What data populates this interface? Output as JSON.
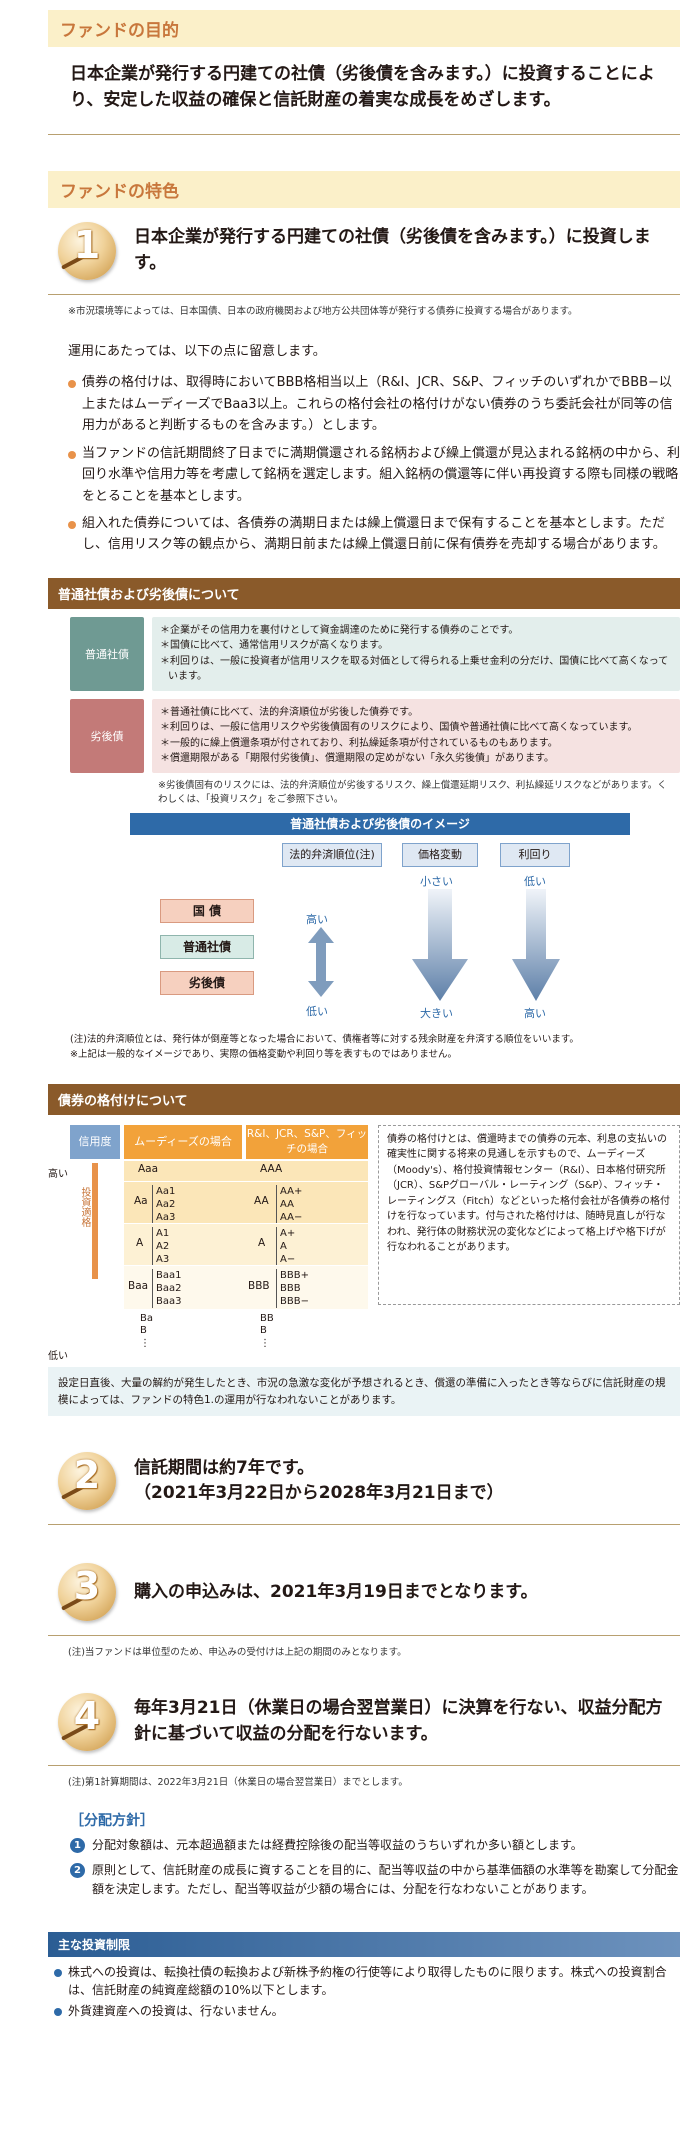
{
  "purpose": {
    "heading": "ファンドの目的",
    "text": "日本企業が発行する円建ての社債（劣後債を含みます。）に投資することにより、安定した収益の確保と信託財産の着実な成長をめざします。"
  },
  "features_heading": "ファンドの特色",
  "feature1": {
    "num": "1",
    "title": "日本企業が発行する円建ての社債（劣後債を含みます。）に投資します。",
    "note": "※市況環境等によっては、日本国債、日本の政府機関および地方公共団体等が発行する債券に投資する場合があります。",
    "intro": "運用にあたっては、以下の点に留意します。",
    "bullets": [
      "債券の格付けは、取得時においてBBB格相当以上（R&I、JCR、S&P、フィッチのいずれかでBBB−以上またはムーディーズでBaa3以上。これらの格付会社の格付けがない債券のうち委託会社が同等の信用力があると判断するものを含みます。）とします。",
      "当ファンドの信託期間終了日までに満期償還される銘柄および繰上償還が見込まれる銘柄の中から、利回り水準や信用力等を考慮して銘柄を選定します。組入銘柄の償還等に伴い再投資する際も同様の戦略をとることを基本とします。",
      "組入れた債券については、各債券の満期日または繰上償還日まで保有することを基本とします。ただし、信用リスク等の観点から、満期日前または繰上償還日前に保有債券を売却する場合があります。"
    ]
  },
  "bonds": {
    "heading": "普通社債および劣後債について",
    "ordinary_label": "普通社債",
    "ordinary_lines": [
      "＊企業がその信用力を裏付けとして資金調達のために発行する債券のことです。",
      "＊国債に比べて、通常信用リスクが高くなります。",
      "＊利回りは、一般に投資者が信用リスクを取る対価として得られる上乗せ金利の分だけ、国債に比べて高くなっています。"
    ],
    "sub_label": "劣後債",
    "sub_lines": [
      "＊普通社債に比べて、法的弁済順位が劣後した債券です。",
      "＊利回りは、一般に信用リスクや劣後債固有のリスクにより、国債や普通社債に比べて高くなっています。",
      "＊一般的に繰上償還条項が付されており、利払繰延条項が付されているものもあります。",
      "＊償還期限がある「期限付劣後債」、償還期限の定めがない「永久劣後債」があります。"
    ],
    "risk_note": "※劣後債固有のリスクには、法的弁済順位が劣後するリスク、繰上償還延期リスク、利払繰延リスクなどがあります。くわしくは、「投資リスク」をご参照下さい。",
    "image_title": "普通社債および劣後債のイメージ",
    "col_priority": "法的弁済順位(注)",
    "col_price": "価格変動",
    "col_yield": "利回り",
    "rows": [
      "国 債",
      "普通社債",
      "劣後債"
    ],
    "priority_high": "高い",
    "priority_low": "低い",
    "price_top": "小さい",
    "price_bottom": "大きい",
    "yield_top": "低い",
    "yield_bottom": "高い",
    "note1": "(注)法的弁済順位とは、発行体が倒産等となった場合において、債権者等に対する残余財産を弁済する順位をいいます。",
    "note2": "※上記は一般的なイメージであり、実際の価格変動や利回り等を表すものではありません。"
  },
  "rating": {
    "heading": "債券の格付けについて",
    "col_credit": "信用度",
    "col_moodys": "ムーディーズの場合",
    "col_others": "R&I、JCR、S&P、フィッチの場合",
    "high": "高い",
    "low": "低い",
    "investment_grade": "投資適格",
    "aaa": "Aaa",
    "aa": "Aa",
    "aa_sub": [
      "Aa1",
      "Aa2",
      "Aa3"
    ],
    "a": "A",
    "a_sub": [
      "A1",
      "A2",
      "A3"
    ],
    "baa": "Baa",
    "baa_sub": [
      "Baa1",
      "Baa2",
      "Baa3"
    ],
    "ba": "Ba",
    "b": "B",
    "AAA": "AAA",
    "AA": "AA",
    "AA_sub": [
      "AA+",
      "AA",
      "AA−"
    ],
    "A": "A",
    "A_sub": [
      "A+",
      "A",
      "A−"
    ],
    "BBB": "BBB",
    "BBB_sub": [
      "BBB+",
      "BBB",
      "BBB−"
    ],
    "BB": "BB",
    "B": "B",
    "dots": "⋮",
    "description": "債券の格付けとは、償還時までの債券の元本、利息の支払いの確実性に関する将来の見通しを示すもので、ムーディーズ（Moody's）、格付投資情報センター（R&I）、日本格付研究所（JCR）、S&Pグローバル・レーティング（S&P）、フィッチ・レーティングス（Fitch）などといった格付会社が各債券の格付けを行なっています。付与された格付けは、随時見直しが行なわれ、発行体の財務状況の変化などによって格上げや格下げが行なわれることがあります。",
    "notice": "設定日直後、大量の解約が発生したとき、市況の急激な変化が予想されるとき、償還の準備に入ったとき等ならびに信託財産の規模によっては、ファンドの特色1.の運用が行なわれないことがあります。"
  },
  "feature2": {
    "num": "2",
    "title1": "信託期間は約7年です。",
    "title2": "（2021年3月22日から2028年3月21日まで）"
  },
  "feature3": {
    "num": "3",
    "title": "購入の申込みは、2021年3月19日までとなります。",
    "note": "(注)当ファンドは単位型のため、申込みの受付けは上記の期間のみとなります。"
  },
  "feature4": {
    "num": "4",
    "title": "毎年3月21日（休業日の場合翌営業日）に決算を行ない、収益分配方針に基づいて収益の分配を行ないます。",
    "note": "(注)第1計算期間は、2022年3月21日（休業日の場合翌営業日）までとします。"
  },
  "policy": {
    "heading": "［分配方針］",
    "items": [
      {
        "num": "1",
        "text": "分配対象額は、元本超過額または経費控除後の配当等収益のうちいずれか多い額とします。"
      },
      {
        "num": "2",
        "text": "原則として、信託財産の成長に資することを目的に、配当等収益の中から基準価額の水準等を勘案して分配金額を決定します。ただし、配当等収益が少額の場合には、分配を行なわないことがあります。"
      }
    ]
  },
  "restrictions": {
    "heading": "主な投資制限",
    "items": [
      "株式への投資は、転換社債の転換および新株予約権の行使等により取得したものに限ります。株式への投資割合は、信託財産の純資産総額の10%以下とします。",
      "外貨建資産への投資は、行ないません。"
    ]
  },
  "colors": {
    "accent_orange": "#c8773c",
    "brown_bar": "#8a5a2a",
    "ordinary_green": "#6f9a93",
    "subordinated_red": "#c37a78",
    "blue": "#2e6aa8"
  }
}
